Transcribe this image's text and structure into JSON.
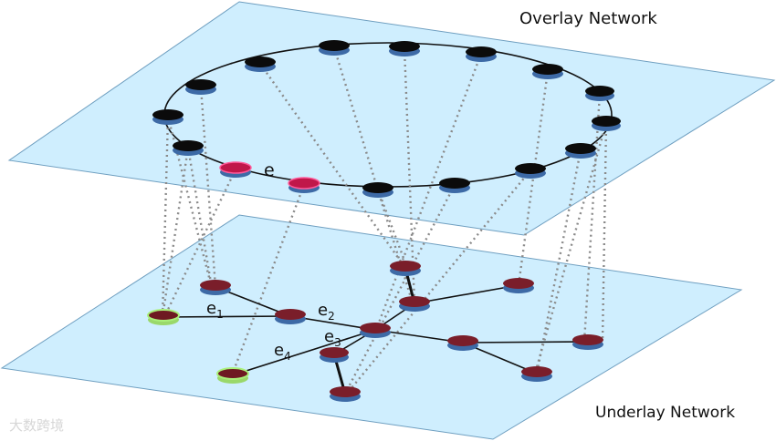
{
  "overlay_title": "Overlay Network",
  "underlay_title": "Underlay Network",
  "edge_label_overlay": "e",
  "edge_labels": {
    "e1": "e",
    "e1_sub": "1",
    "e2": "e",
    "e2_sub": "2",
    "e3": "e",
    "e3_sub": "3",
    "e4": "e",
    "e4_sub": "4"
  },
  "watermark": "大数跨境",
  "colors": {
    "plane_fill": "#cfeefe",
    "plane_stroke": "#6f9fc0",
    "overlay_node_top": "#0b0b0b",
    "overlay_node_side": "#3d6aa6",
    "highlight_top": "#c0174a",
    "highlight_rim": "#ff5a9a",
    "underlay_node_top": "#7a1e2a",
    "endpoint_top": "#6e1a22",
    "endpoint_rim": "#a9f07a",
    "mapping_line": "#8a8a8a",
    "edge_line": "#111111"
  }
}
